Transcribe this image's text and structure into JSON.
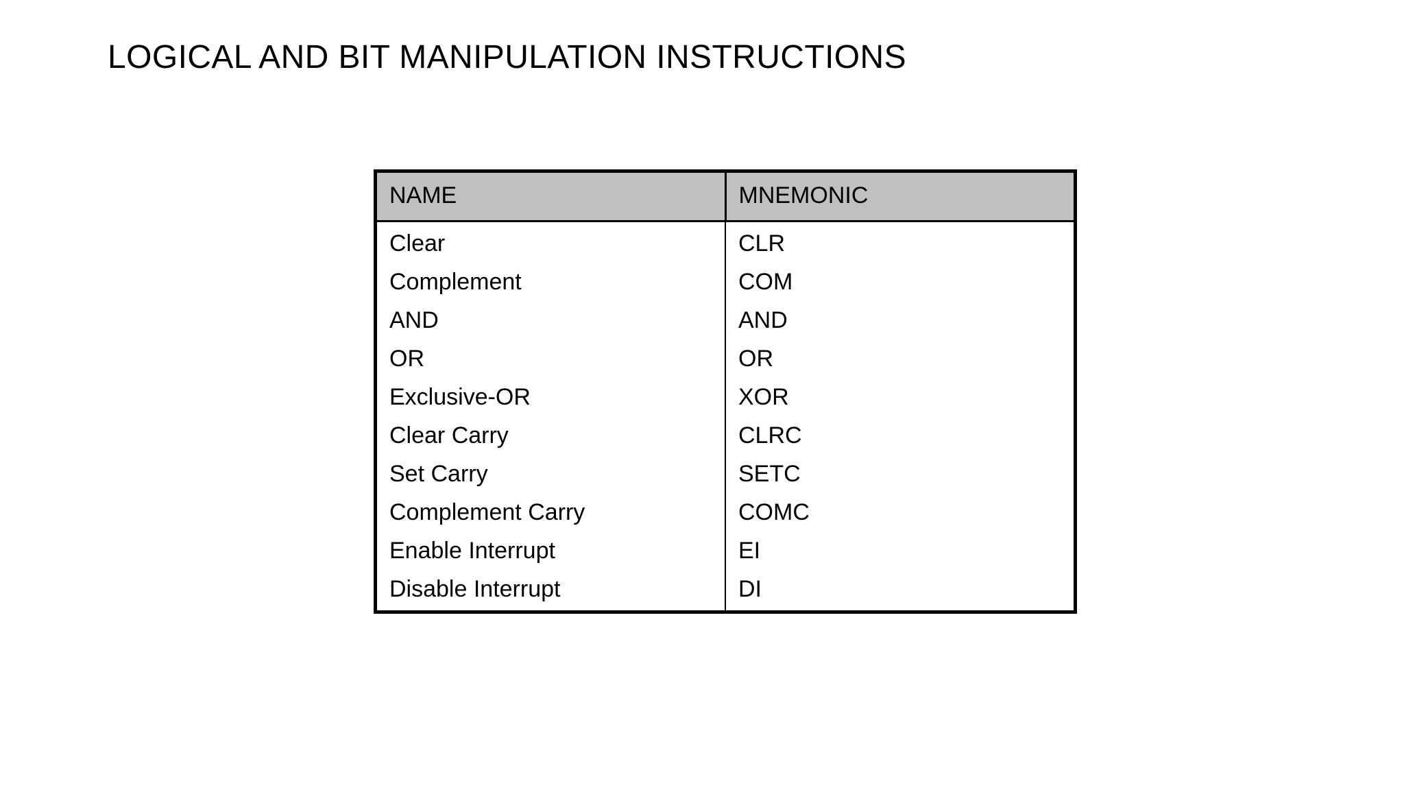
{
  "slide": {
    "title": "LOGICAL AND BIT MANIPULATION INSTRUCTIONS",
    "background_color": "#FFFFFF",
    "text_color": "#000000"
  },
  "table": {
    "header_background": "#C0C0C0",
    "border_color": "#000000",
    "columns": [
      {
        "key": "name",
        "label": "NAME"
      },
      {
        "key": "mnemonic",
        "label": "MNEMONIC"
      }
    ],
    "rows": [
      {
        "name": "Clear",
        "mnemonic": "CLR"
      },
      {
        "name": "Complement",
        "mnemonic": "COM"
      },
      {
        "name": "AND",
        "mnemonic": "AND"
      },
      {
        "name": "OR",
        "mnemonic": "OR"
      },
      {
        "name": "Exclusive-OR",
        "mnemonic": "XOR"
      },
      {
        "name": "Clear Carry",
        "mnemonic": "CLRC"
      },
      {
        "name": "Set Carry",
        "mnemonic": "SETC"
      },
      {
        "name": "Complement Carry",
        "mnemonic": "COMC"
      },
      {
        "name": "Enable Interrupt",
        "mnemonic": "EI"
      },
      {
        "name": "Disable Interrupt",
        "mnemonic": "DI"
      }
    ]
  }
}
